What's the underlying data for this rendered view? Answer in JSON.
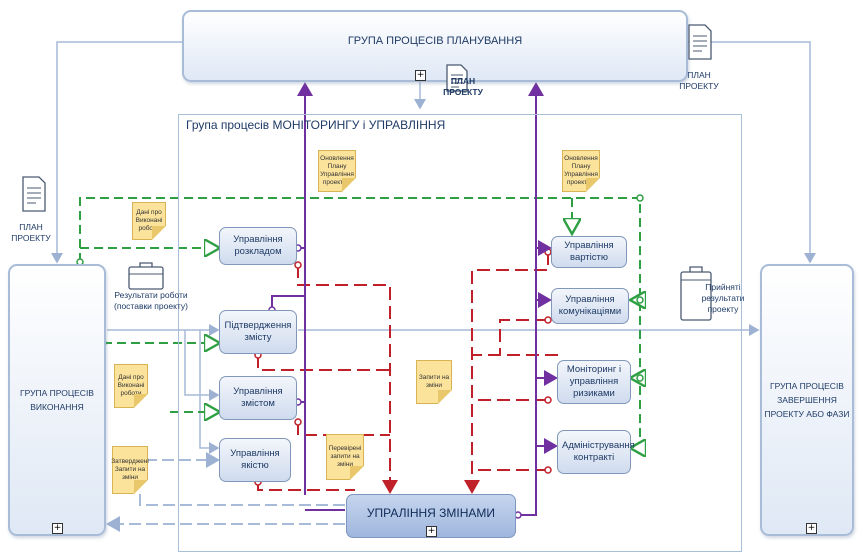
{
  "planning": {
    "title": "ГРУПА ПРОЦЕСІВ ПЛАНУВАННЯ"
  },
  "monitoring": {
    "title": "Група процесів МОНІТОРИНГУ і УПРАВЛІННЯ"
  },
  "execution": {
    "title": "ГРУПА ПРОЦЕСІВ ВИКОНАННЯ"
  },
  "closing": {
    "title": "ГРУПА ПРОЦЕСІВ ЗАВЕРШЕННЯ ПРОЕКТУ АБО ФАЗИ"
  },
  "change_control": {
    "title": "УПРАЛІННЯ ЗМІНАМИ"
  },
  "processes": {
    "schedule": "Управління розкладом",
    "scope_validation": "Підтвердження змісту",
    "scope_control": "Управління змістом",
    "quality": "Управління якістю",
    "cost": "Управління вартістю",
    "communications": "Управління комунікаціями",
    "risks": "Моніторинг і управління ризиками",
    "contracts": "Адміністрування контракті"
  },
  "documents": {
    "plan_top_center": "ПЛАН ПРОЕКТУ",
    "plan_top_right": "ПЛАН ПРОЕКТУ",
    "plan_left": "ПЛАН ПРОЕКТУ",
    "work_results": "Результати роботи (поставки проекту)",
    "accepted_results": "Прийняті результати проекту"
  },
  "notes": {
    "plan_update_left": "Оновлення Плану Управління проектом",
    "plan_update_right": "Оновлення Плану Управління проектом",
    "work_data_top": "Дані про Виконані роботи",
    "work_data_left": "Дані про Виконані роботи",
    "approved_requests": "Затверджені Запити на зміни",
    "change_requests": "Запити на зміни",
    "verified_requests": "Перевірені запити на зміни"
  },
  "expand_symbol": "+",
  "colors": {
    "green": "#2ea043",
    "red": "#c0202a",
    "purple": "#7030a0",
    "blue": "#8fa8cc"
  }
}
